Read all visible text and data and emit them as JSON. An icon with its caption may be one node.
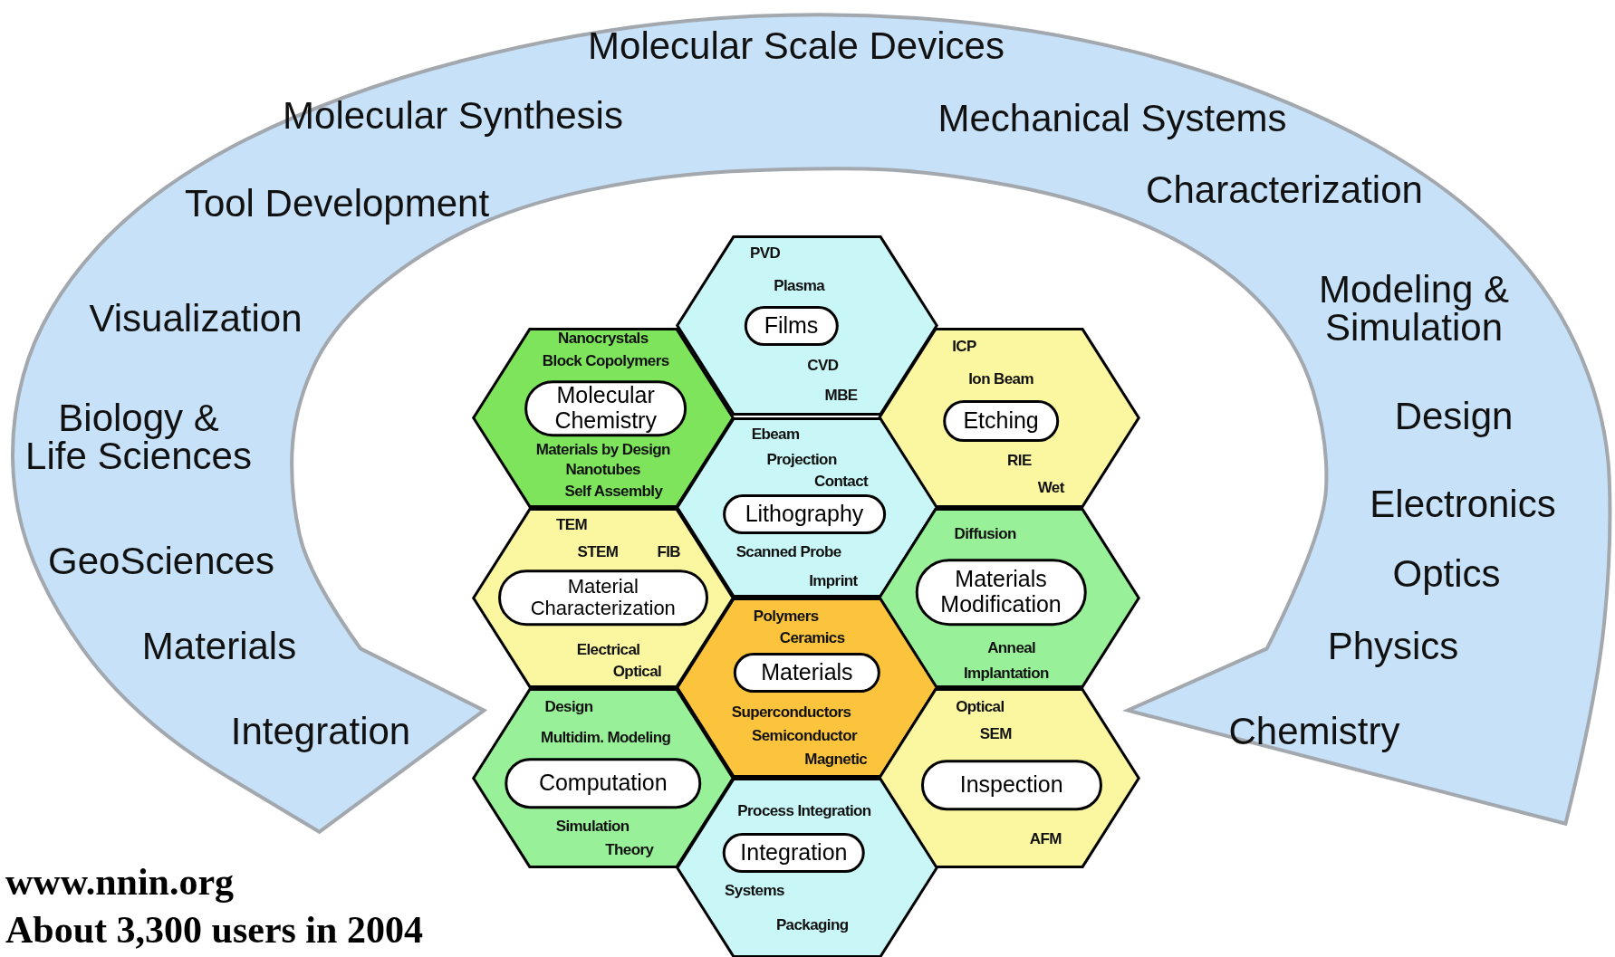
{
  "diagram": {
    "nodes": [
      {
        "text": [
          "Molecular Scale Devices",
          "Molecular Synthesis",
          "Mechanical Systems",
          "Tool Development",
          "Characterization",
          "Visualization",
          "Modeling & Simulation",
          "Biology & Life Sciences",
          "Design",
          "Electronics",
          "GeoSciences",
          "Optics",
          "Materials",
          "Physics",
          "Integration",
          "Chemistry"
        ]
      },
      {
        "text": [
          "PVD",
          "Plasma",
          "CVD",
          "MBE"
        ]
      },
      {
        "text": [
          "Films"
        ],
        "in": 1
      },
      {
        "text": [
          "Nanocrystals",
          "Block Copolymers",
          "Materials by Design",
          "Nanotubes",
          "Self Assembly"
        ]
      },
      {
        "text": [
          "Molecular Chemistry"
        ],
        "in": 3
      },
      {
        "text": [
          "ICP",
          "Ion Beam",
          "RIE",
          "Wet"
        ]
      },
      {
        "text": [
          "Etching"
        ],
        "in": 5
      },
      {
        "text": [
          "Ebeam",
          "Projection",
          "Contact",
          "Scanned Probe",
          "Imprint"
        ]
      },
      {
        "text": [
          "Lithography"
        ],
        "in": 7
      },
      {
        "text": [
          "TEM",
          "STEM",
          "FIB",
          "Electrical",
          "Optical"
        ]
      },
      {
        "text": [
          "Material Characterization"
        ],
        "in": 9
      },
      {
        "text": [
          "Diffusion",
          "Anneal",
          "Implantation"
        ]
      },
      {
        "text": [
          "Materials Modification"
        ],
        "in": 11
      },
      {
        "text": [
          "Polymers",
          "Ceramics",
          "Superconductors",
          "Semiconductor",
          "Magnetic"
        ]
      },
      {
        "text": [
          "Materials"
        ],
        "in": 13
      },
      {
        "text": [
          "Design",
          "Multidim. Modeling",
          "Simulation",
          "Theory"
        ]
      },
      {
        "text": [
          "Computation"
        ],
        "in": 15
      },
      {
        "text": [
          "Optical",
          "SEM",
          "AFM"
        ]
      },
      {
        "text": [
          "Inspection"
        ],
        "in": 17
      },
      {
        "text": [
          "Process Integration",
          "Systems",
          "Packaging"
        ]
      },
      {
        "text": [
          "Integration"
        ],
        "in": 19
      }
    ],
    "labels": [
      "www.nnin.org",
      "About 3,300 users in 2004"
    ]
  }
}
